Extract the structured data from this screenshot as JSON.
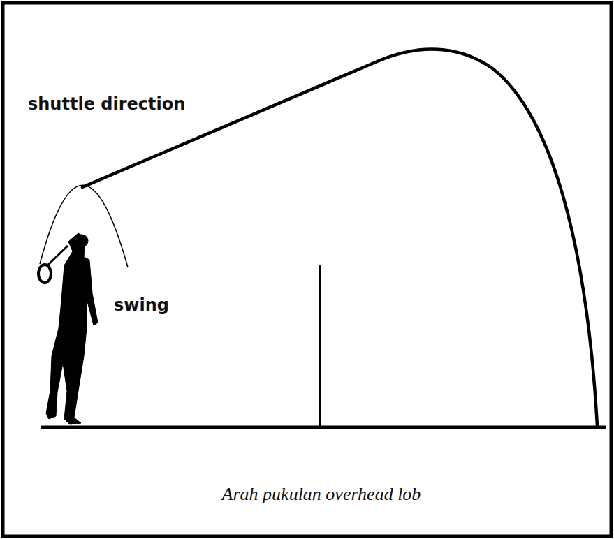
{
  "diagram": {
    "caption": "Arah pukulan overhead lob",
    "labels": [
      "shuttle direction",
      "swing"
    ]
  }
}
